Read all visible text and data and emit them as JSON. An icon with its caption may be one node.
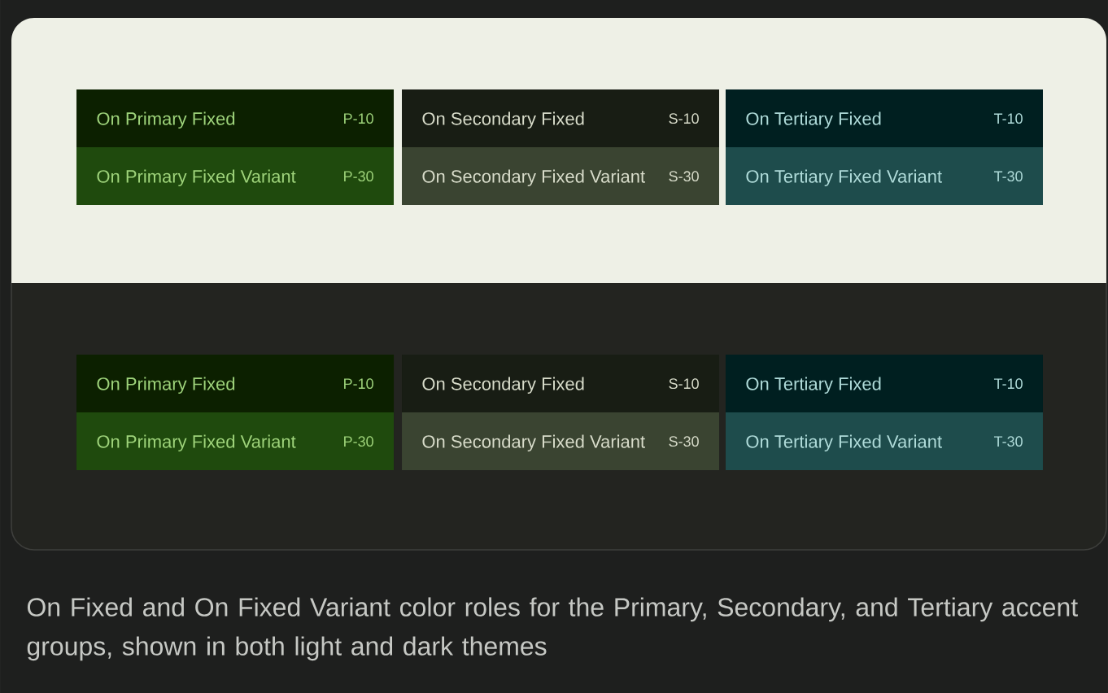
{
  "diagram": {
    "caption": "On Fixed and On Fixed Variant color roles for the Primary, Secondary, and Tertiary accent groups, shown in both light and dark themes",
    "nodes": [
      {
        "text": [],
        "shape": "box"
      },
      {
        "text": [
          "On Primary Fixed",
          "P-10"
        ],
        "in": 0
      },
      {
        "text": [
          "On Secondary Fixed",
          "S-10"
        ],
        "in": 0
      },
      {
        "text": [
          "On Tertiary Fixed",
          "T-10"
        ],
        "in": 0
      },
      {
        "text": [
          "On Primary Fixed Variant",
          "P-30"
        ],
        "in": 0
      },
      {
        "text": [
          "On Secondary Fixed Variant",
          "S-30"
        ],
        "in": 0
      },
      {
        "text": [
          "On Tertiary Fixed Variant",
          "T-30"
        ],
        "in": 0
      },
      {
        "text": [],
        "shape": "box"
      },
      {
        "text": [
          "On Primary Fixed",
          "P-10"
        ],
        "in": 7
      },
      {
        "text": [
          "On Secondary Fixed",
          "S-10"
        ],
        "in": 7
      },
      {
        "text": [
          "On Tertiary Fixed",
          "T-10"
        ],
        "in": 7
      },
      {
        "text": [
          "On Primary Fixed Variant",
          "P-30"
        ],
        "in": 7
      },
      {
        "text": [
          "On Secondary Fixed Variant",
          "S-30"
        ],
        "in": 7
      },
      {
        "text": [
          "On Tertiary Fixed Variant",
          "T-30"
        ],
        "in": 7
      }
    ]
  }
}
